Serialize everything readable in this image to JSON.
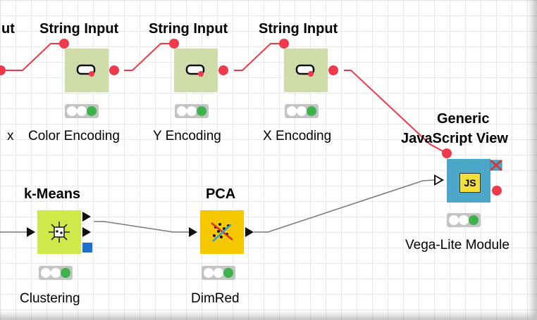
{
  "nodes": {
    "string_input_partial": {
      "title": "ut",
      "label": "x"
    },
    "string_input_color": {
      "title": "String Input",
      "label": "Color Encoding"
    },
    "string_input_y": {
      "title": "String Input",
      "label": "Y Encoding"
    },
    "string_input_x": {
      "title": "String Input",
      "label": "X Encoding"
    },
    "generic_js_view": {
      "title_line1": "Generic",
      "title_line2": "JavaScript View",
      "label": "Vega-Lite Module",
      "icon_text": "JS"
    },
    "kmeans": {
      "title": "k-Means",
      "label": "Clustering"
    },
    "pca": {
      "title": "PCA",
      "label": "DimRed"
    }
  },
  "colors": {
    "flow_variable_connection": "#f0394a",
    "data_connection": "#7a7a7a",
    "string_input_node": "#cfdcaa",
    "kmeans_node": "#cfe84a",
    "pca_node": "#f5c800",
    "js_view_node": "#4ba6c8",
    "status_ok": "#3cb44b"
  }
}
